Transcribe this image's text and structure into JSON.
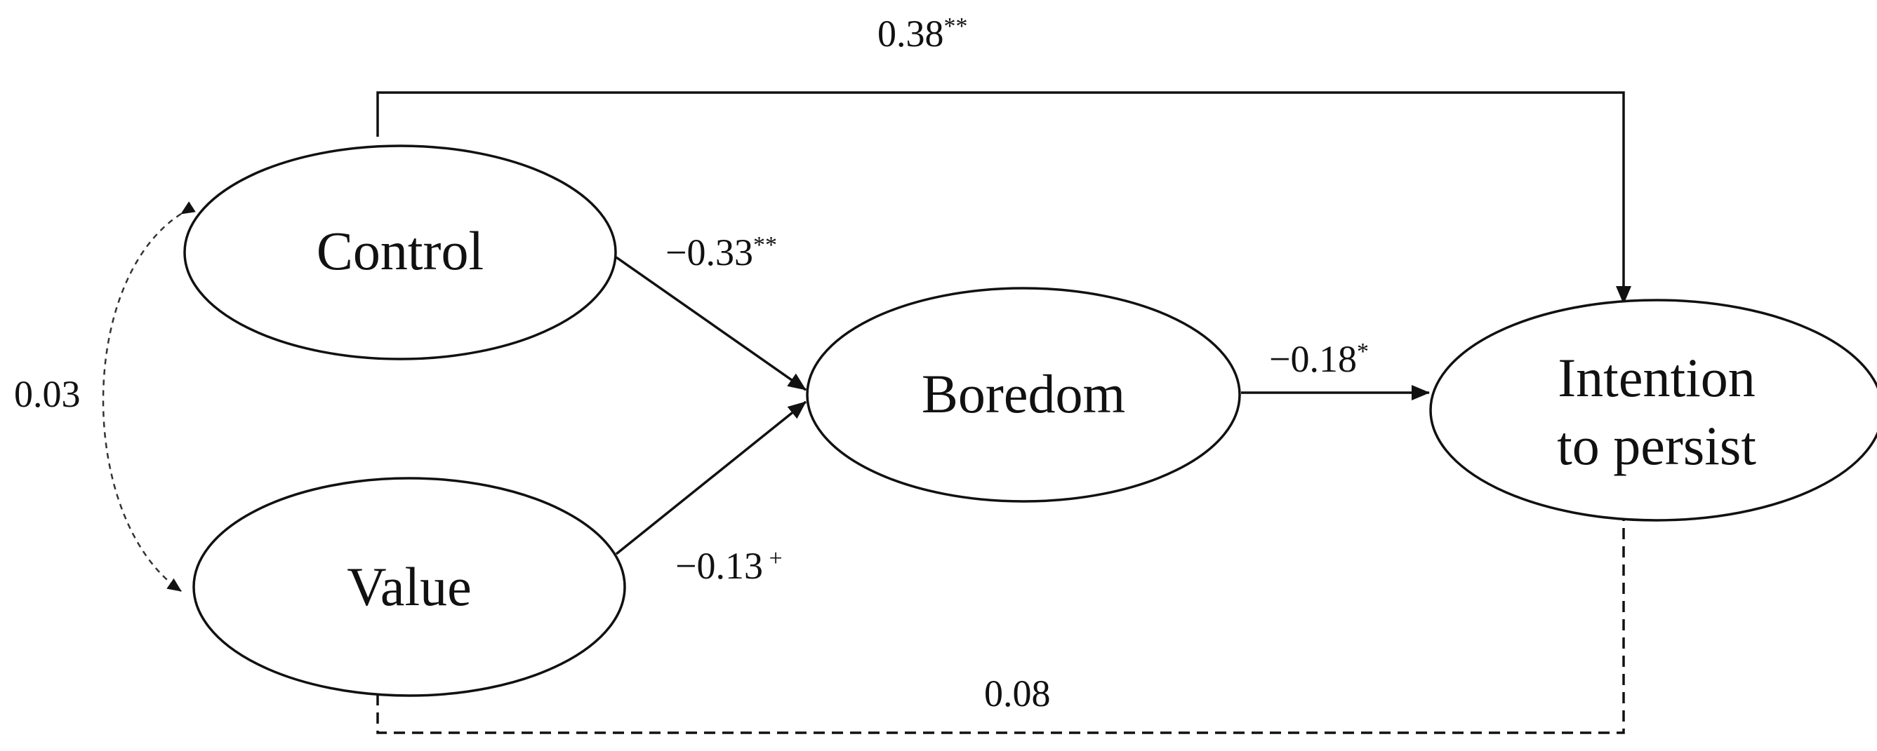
{
  "nodes": {
    "control": {
      "label": "Control"
    },
    "value": {
      "label": "Value"
    },
    "boredom": {
      "label": "Boredom"
    },
    "intention": {
      "label_line1": "Intention",
      "label_line2": "to persist"
    }
  },
  "paths": {
    "control_to_intention": {
      "coef": "0.38",
      "sig": "**"
    },
    "control_to_boredom": {
      "coef": "−0.33",
      "sig": "**"
    },
    "value_to_boredom": {
      "coef": "−0.13",
      "sig": " +"
    },
    "boredom_to_intention": {
      "coef": "−0.18",
      "sig": "*"
    },
    "value_to_intention": {
      "coef": "0.08",
      "sig": ""
    },
    "control_value_covariance": {
      "coef": "0.03",
      "sig": ""
    }
  },
  "colors": {
    "stroke": "#111111",
    "background": "#ffffff"
  }
}
